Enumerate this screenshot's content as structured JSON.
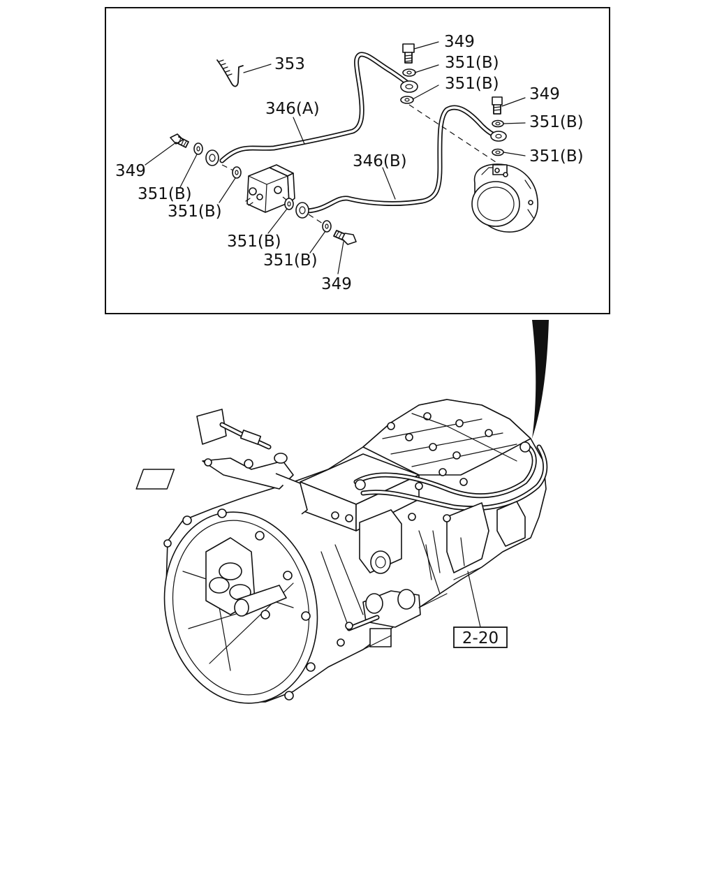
{
  "callouts": {
    "bolt_349_top": "349",
    "washer_351b_1": "351(B)",
    "washer_351b_2": "351(B)",
    "strap_353": "353",
    "pipe_346a": "346(A)",
    "bolt_349_right": "349",
    "washer_351b_3": "351(B)",
    "washer_351b_4": "351(B)",
    "bolt_349_left": "349",
    "washer_351b_5": "351(B)",
    "washer_351b_6": "351(B)",
    "pipe_346b": "346(B)",
    "washer_351b_7": "351(B)",
    "washer_351b_8": "351(B)",
    "bolt_349_bottom": "349"
  },
  "reference": {
    "figure_ref": "2-20"
  }
}
